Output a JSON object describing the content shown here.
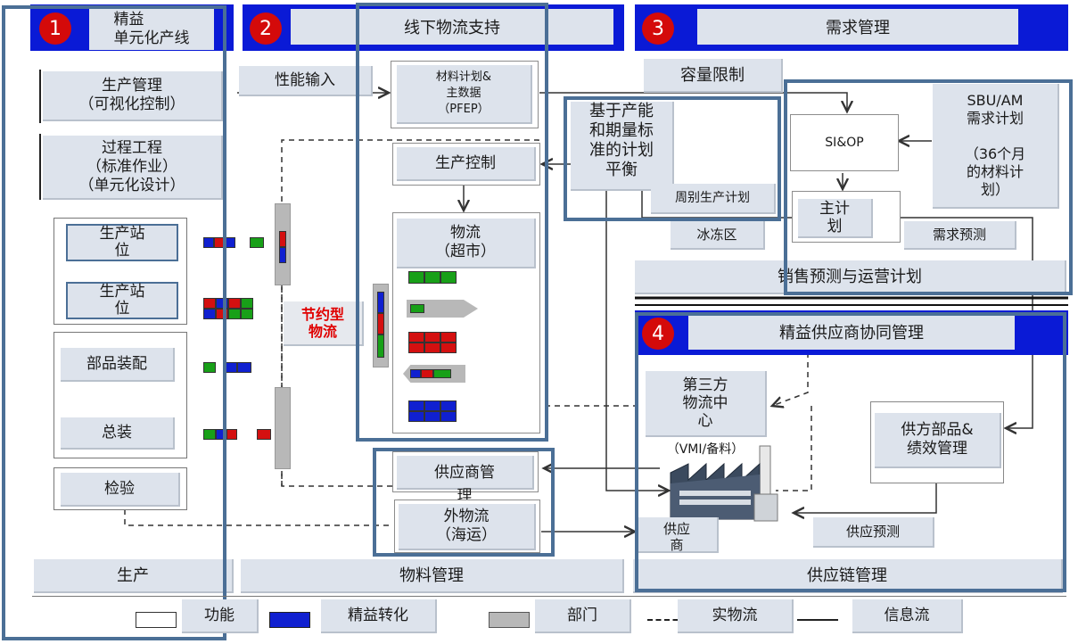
{
  "sections": {
    "s1": {
      "num": "1",
      "title": "精益\n单元化产线"
    },
    "s2": {
      "num": "2",
      "title": "线下物流支持"
    },
    "s3": {
      "num": "3",
      "title": "需求管理"
    },
    "s4": {
      "num": "4",
      "title": "精益供应商协同管理"
    }
  },
  "col1": {
    "prod_mgmt": "生产管理\n（可视化控制）",
    "process_eng": "过程工程\n（标准作业）\n（单元化设计）",
    "station1": "生产站\n位",
    "station2": "生产站\n位",
    "parts_assembly": "部品装配",
    "final_assembly": "总装",
    "inspection": "检验",
    "footer": "生产"
  },
  "col2": {
    "perf_input": "性能输入",
    "material_plan": "材料计划&\n主数据\n（PFEP）",
    "prod_control": "生产控制",
    "logistics": "物流\n（超市）",
    "lean_logistics": "节约型\n物流",
    "supplier_mgmt": "供应商管\n理",
    "external_logistics": "外物流\n（海运）",
    "footer": "物料管理"
  },
  "col3": {
    "capacity_limit": "容量限制",
    "balance_plan": "基于产能\n和期量标\n准的计划\n平衡",
    "siop": "SI&OP",
    "sbu_am": "SBU/AM\n需求计划\n\n（36个月\n的材料计\n划）",
    "weekly_plan": "周别生产计划",
    "master_plan": "主计\n划",
    "demand_forecast": "需求预测",
    "freeze_zone": "冰冻区",
    "sales_ops": "销售预测与运营计划"
  },
  "col4": {
    "third_party": "第三方\n物流中\n心",
    "vmi": "（VMI/备料）",
    "supplier_parts": "供方部品&\n绩效管理",
    "supplier_forecast": "供应预测",
    "supplier": "供应\n商",
    "footer": "供应链管理"
  },
  "legend": {
    "function": "功能",
    "lean": "精益转化",
    "department": "部门",
    "physical_flow": "实物流",
    "info_flow": "信息流"
  },
  "colors": {
    "header_blue": "#0a1ad6",
    "box_gray": "#dde3ec",
    "frame_blue": "#4b6f96",
    "number_red": "#d40a0a",
    "kanban_red": "#d41010",
    "kanban_blue": "#1020d0",
    "kanban_green": "#18a018",
    "lean_text_red": "#e00000"
  }
}
